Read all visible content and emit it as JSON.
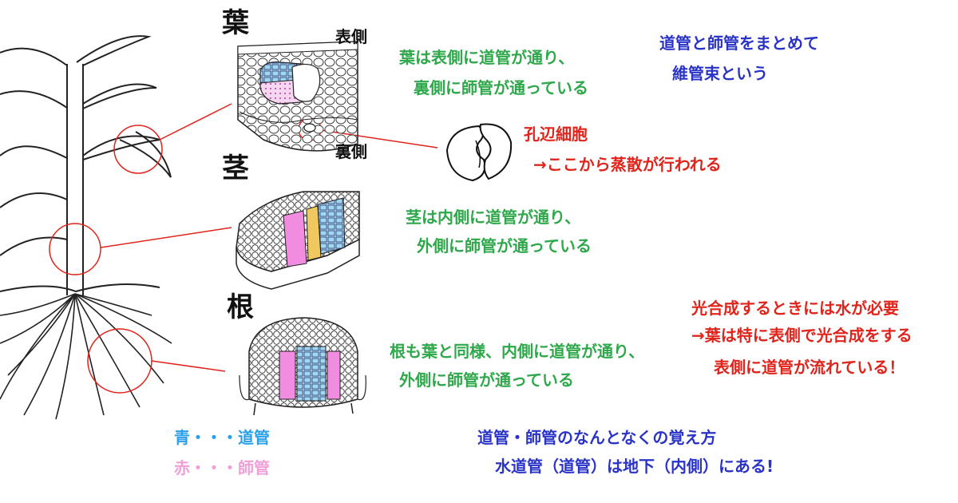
{
  "colors": {
    "xylem": "#8fd6f0",
    "phloem": "#f28ce0",
    "cambium": "#f0c860",
    "note_green": "#2ea84a",
    "note_blue": "#2a33c8",
    "note_red": "#e0241c",
    "circle": "#e0241c"
  },
  "sections": {
    "leaf": {
      "heading": "葉",
      "top_side": "表側",
      "bottom_side": "裏側",
      "note_line1": "葉は表側に道管が通り、",
      "note_line2": "裏側に師管が通っている"
    },
    "stem": {
      "heading": "茎",
      "note_line1": "茎は内側に道管が通り、",
      "note_line2": "外側に師管が通っている"
    },
    "root": {
      "heading": "根",
      "note_line1": "根も葉と同様、内側に道管が通り、",
      "note_line2": "外側に師管が通っている"
    }
  },
  "vascular_bundle_note": {
    "line1": "道管と師管をまとめて",
    "line2": "維管束という"
  },
  "stoma_note": {
    "line1": "孔辺細胞",
    "line2": "→ここから蒸散が行われる"
  },
  "photosynthesis_note": {
    "line1": "光合成するときには水が必要",
    "line2": "→葉は特に表側で光合成をする",
    "line3": "表側に道管が流れている！"
  },
  "legend": {
    "blue_item": "青・・・道管",
    "pink_item": "赤・・・師管"
  },
  "mnemonic": {
    "line1": "道管・師管のなんとなくの覚え方",
    "line2": "水道管（道管）は地下（内側）にある!"
  }
}
